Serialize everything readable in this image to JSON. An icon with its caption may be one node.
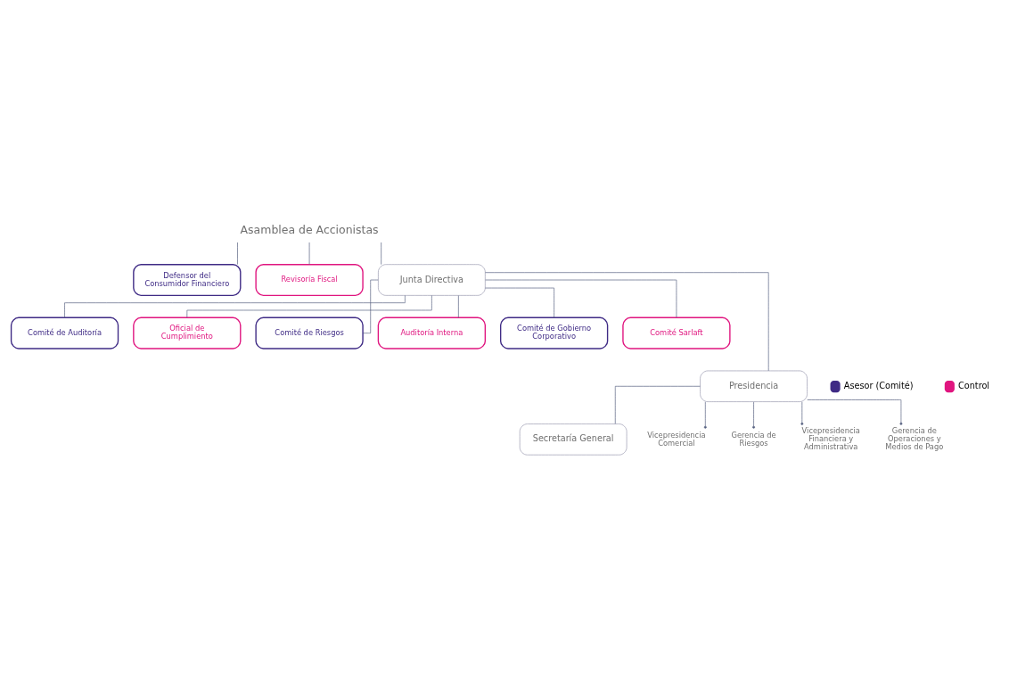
{
  "diagram": {
    "nodes": [
      {
        "text": [
          "Asamblea de Accionistas"
        ]
      },
      {
        "text": [
          "Defensor del Consumidor Financiero"
        ]
      },
      {
        "text": [
          "Revisoría Fiscal"
        ]
      },
      {
        "text": [
          "Junta Directiva"
        ]
      },
      {
        "text": [
          "Comité de Auditoría"
        ]
      },
      {
        "text": [
          "Oficial de Cumplimiento"
        ]
      },
      {
        "text": [
          "Comité de Riesgos"
        ]
      },
      {
        "text": [
          "Auditoría Interna"
        ]
      },
      {
        "text": [
          "Comité de Gobierno Corporativo"
        ]
      },
      {
        "text": [
          "Comité Sarlaft"
        ]
      },
      {
        "text": [
          "Presidencia"
        ]
      },
      {
        "text": [
          "Secretaría General"
        ]
      },
      {
        "text": [
          "Vicepresidencia Comercial"
        ]
      },
      {
        "text": [
          "Gerencia de Riesgos"
        ]
      },
      {
        "text": [
          "Vicepresidencia Financiera y Administrativa"
        ]
      },
      {
        "text": [
          "Gerencia de Operaciones y Medios de Pago"
        ]
      }
    ],
    "edges": [
      {
        "from": 0,
        "to": 3,
        "arrow": "none"
      },
      {
        "from": 0,
        "to": 1,
        "arrow": "none"
      },
      {
        "from": 0,
        "to": 2,
        "arrow": "none"
      },
      {
        "from": 3,
        "to": 4,
        "arrow": "none"
      },
      {
        "from": 3,
        "to": 5,
        "arrow": "none"
      },
      {
        "from": 3,
        "to": 6,
        "arrow": "none"
      },
      {
        "from": 3,
        "to": 7,
        "arrow": "none"
      },
      {
        "from": 3,
        "to": 8,
        "arrow": "none"
      },
      {
        "from": 3,
        "to": 9,
        "arrow": "none"
      },
      {
        "from": 3,
        "to": 10,
        "arrow": "none"
      },
      {
        "from": 10,
        "to": 11,
        "arrow": "none"
      },
      {
        "from": 10,
        "to": 12,
        "arrow": "other"
      },
      {
        "from": 10,
        "to": 13,
        "arrow": "other"
      },
      {
        "from": 10,
        "to": 14,
        "arrow": "other"
      },
      {
        "from": 10,
        "to": 15,
        "arrow": "other"
      }
    ],
    "legend": [
      {
        "text": "Asesor (Comité)",
        "color": "#3f2b85"
      },
      {
        "text": "Control",
        "color": "#e0157f"
      }
    ]
  }
}
